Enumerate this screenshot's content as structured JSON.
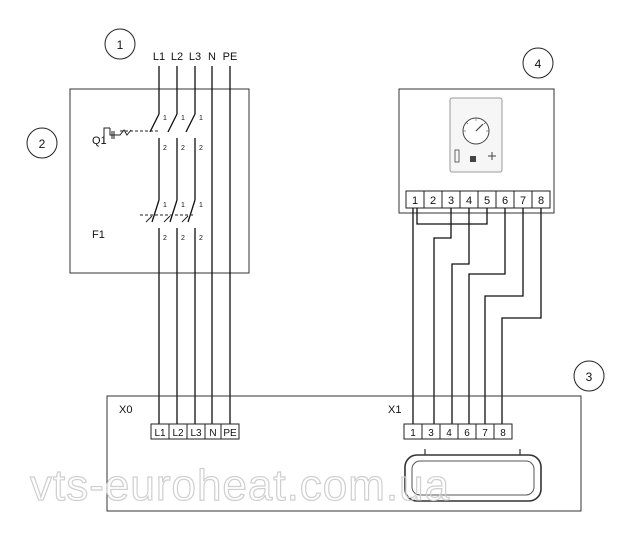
{
  "callouts": [
    "1",
    "2",
    "3",
    "4"
  ],
  "supply_labels": [
    "L1",
    "L2",
    "L3",
    "N",
    "PE"
  ],
  "switch_label": "Q1",
  "protection_label": "F1",
  "terminal_top_numbers": [
    "1",
    "1",
    "1"
  ],
  "terminal_bottom_numbers": [
    "2",
    "2",
    "2"
  ],
  "controller_terminals": [
    "1",
    "2",
    "3",
    "4",
    "5",
    "6",
    "7",
    "8"
  ],
  "block_x0_label": "X0",
  "block_x1_label": "X1",
  "x0_terminals": [
    "L1",
    "L2",
    "L3",
    "N",
    "PE"
  ],
  "x1_terminals": [
    "1",
    "3",
    "4",
    "6",
    "7",
    "8"
  ],
  "watermark": "vts-euroheat.com.ua"
}
